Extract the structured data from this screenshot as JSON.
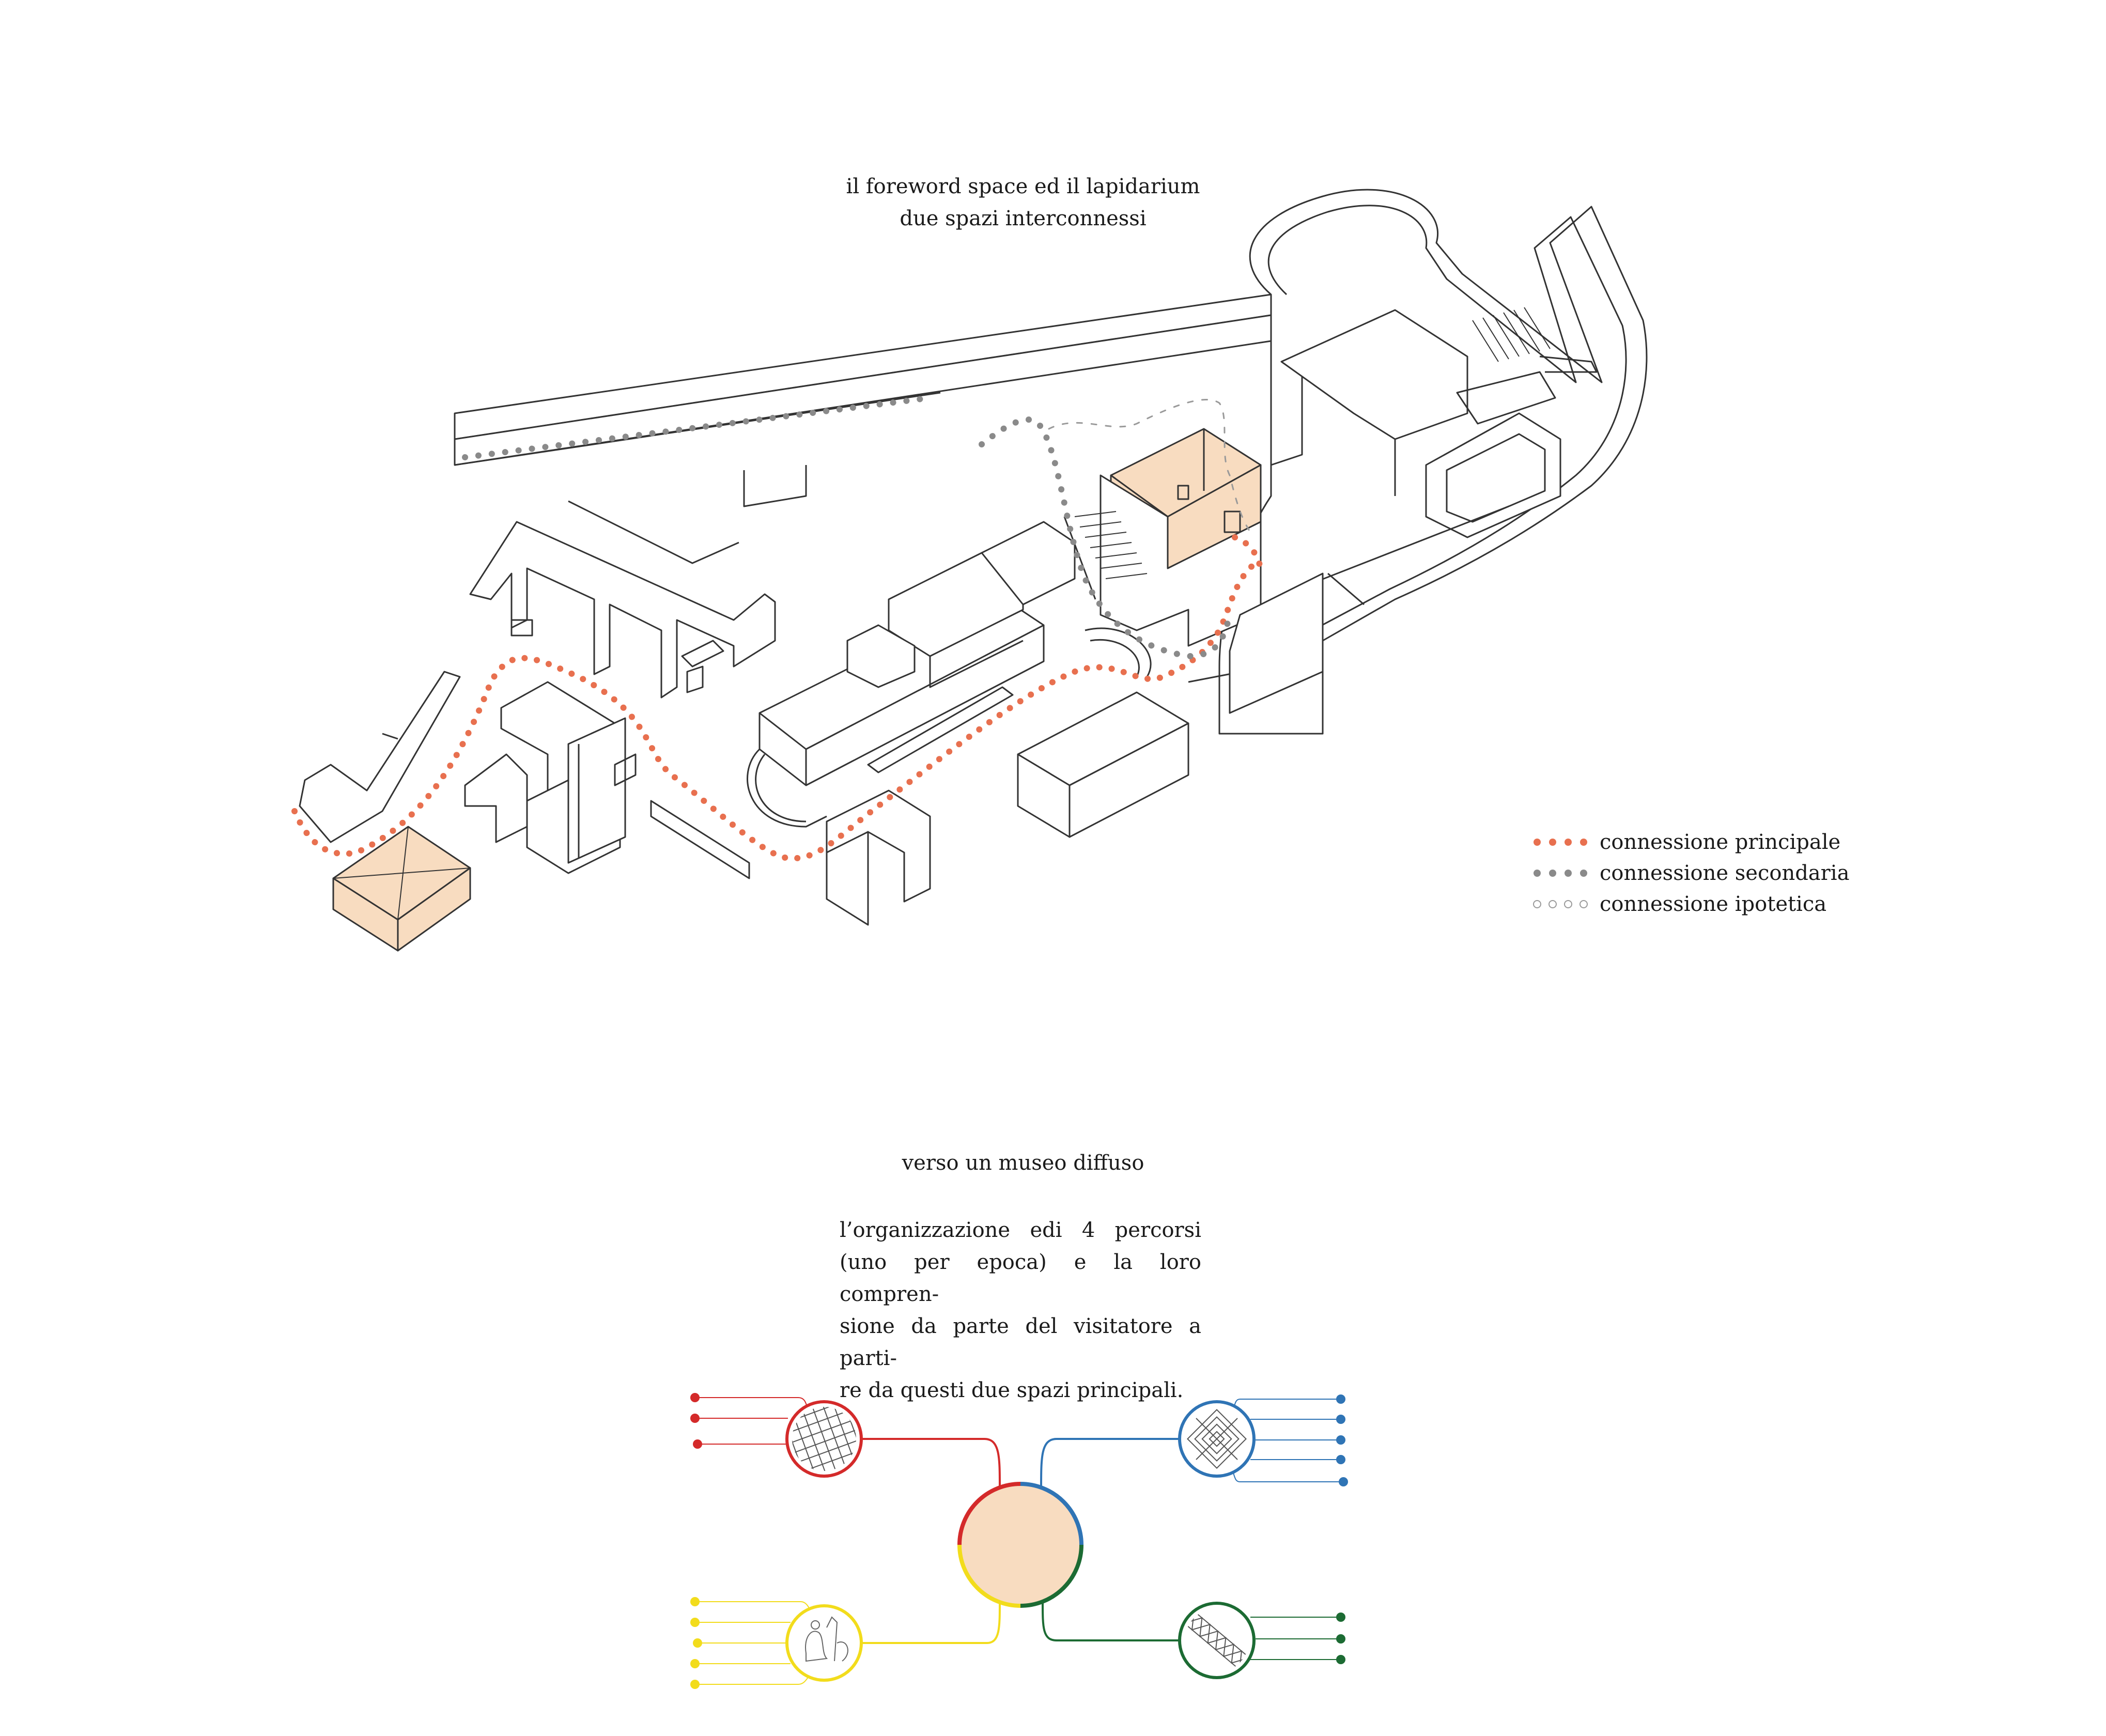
{
  "top_title": {
    "line1": "il foreword space ed il  lapidarium",
    "line2": "due spazi interconnessi"
  },
  "legend": [
    {
      "label": "connessione principale",
      "style": "filled",
      "color": "#e8704f"
    },
    {
      "label": "connessione secondaria",
      "style": "filled",
      "color": "#8a8a8a"
    },
    {
      "label": "connessione ipotetica",
      "style": "hollow",
      "color": "#9a9a9a"
    }
  ],
  "bottom_title": "verso un museo diffuso",
  "paragraph": {
    "lines": [
      "l’organizzazione edi 4 percorsi",
      "(uno per epoca) e la loro compren-",
      "sione da parte del visitatore a parti-",
      "re da questi due spazi principali."
    ]
  },
  "colors": {
    "highlight_fill": "#f8dcc0",
    "building_stroke": "#333333",
    "red": "#d42a2a",
    "blue": "#2f74b5",
    "yellow": "#f2dc1c",
    "green": "#1c6b33"
  },
  "diagram": {
    "center": "hub",
    "branches": [
      {
        "name": "red",
        "leaf_count": 3,
        "icon": "grid-icon"
      },
      {
        "name": "blue",
        "leaf_count": 5,
        "icon": "concentric-square-icon"
      },
      {
        "name": "yellow",
        "leaf_count": 5,
        "icon": "statue-icon"
      },
      {
        "name": "green",
        "leaf_count": 3,
        "icon": "truss-icon"
      }
    ]
  }
}
